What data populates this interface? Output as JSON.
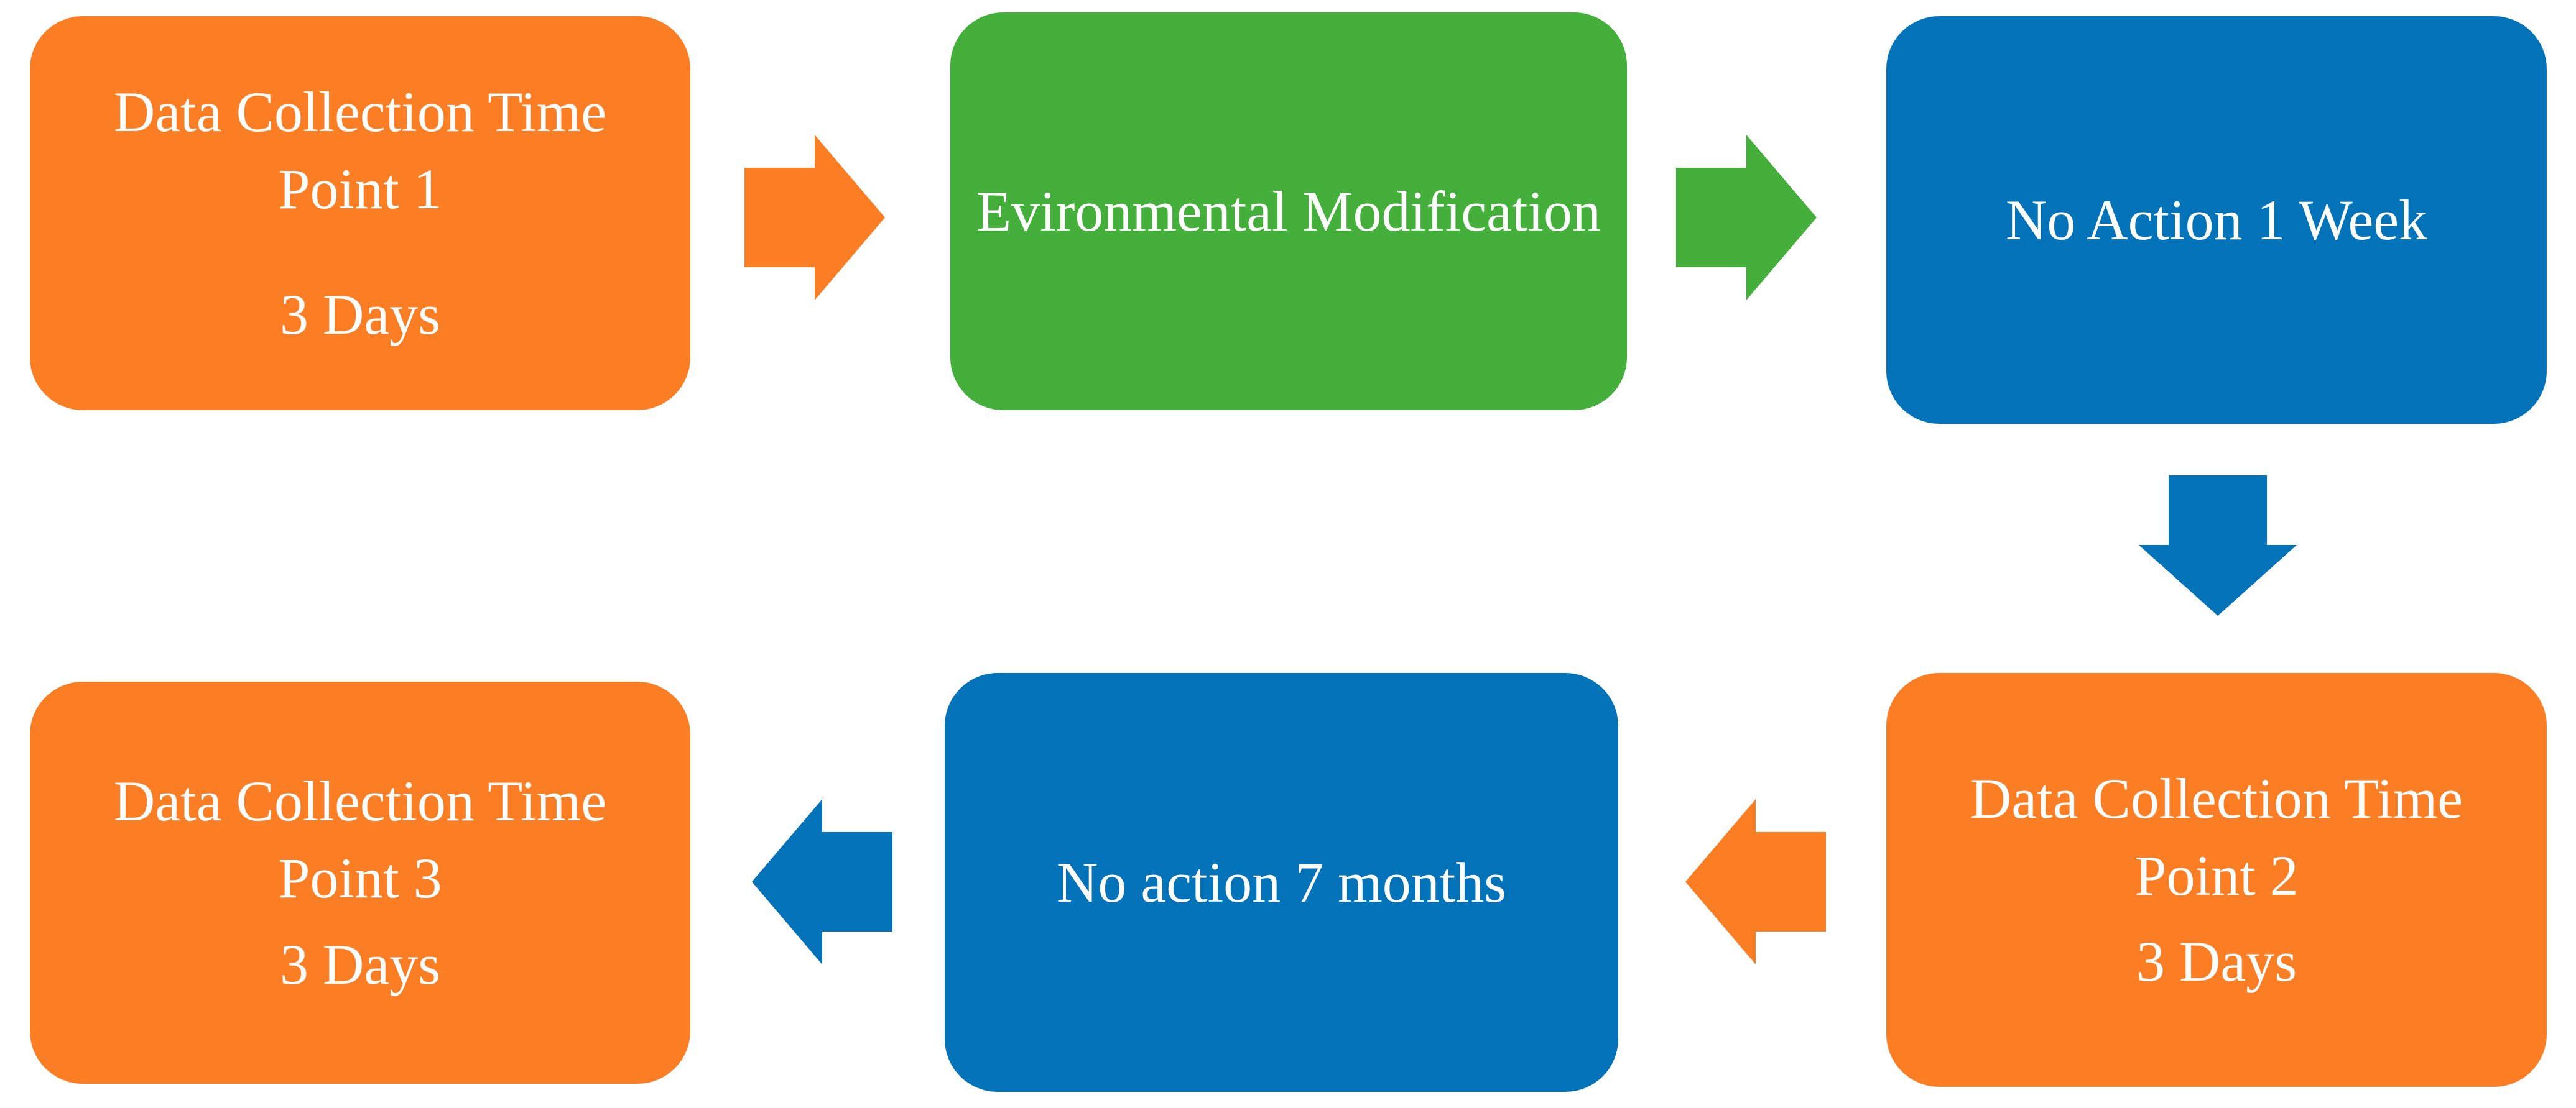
{
  "figure": {
    "type": "flowchart",
    "description": "Study timeline flowchart with six rounded rectangle steps connected by block arrows",
    "background": "#FFFFFF"
  },
  "colors": {
    "orange": "#FB7D24",
    "green": "#45AF3B",
    "blue": "#0273B8",
    "text": "#FFFFFF"
  },
  "boxes": [
    {
      "id": "data-collection-1",
      "color": "orange",
      "title": "Data Collection Time Point 1",
      "subtitle": "3 Days"
    },
    {
      "id": "environmental-modification",
      "color": "green",
      "title": "Evironmental Modification",
      "subtitle": ""
    },
    {
      "id": "no-action-1-week",
      "color": "blue",
      "title": "No Action 1 Week",
      "subtitle": ""
    },
    {
      "id": "data-collection-2",
      "color": "orange",
      "title": "Data Collection Time Point 2",
      "subtitle": "3 Days"
    },
    {
      "id": "no-action-7-months",
      "color": "blue",
      "title": "No action 7 months",
      "subtitle": ""
    },
    {
      "id": "data-collection-3",
      "color": "orange",
      "title": "Data Collection Time Point 3",
      "subtitle": "3 Days"
    }
  ],
  "arrows": [
    {
      "id": "arrow-1",
      "direction": "right",
      "color": "orange",
      "from": "data-collection-1",
      "to": "environmental-modification"
    },
    {
      "id": "arrow-2",
      "direction": "right",
      "color": "green",
      "from": "environmental-modification",
      "to": "no-action-1-week"
    },
    {
      "id": "arrow-3",
      "direction": "down",
      "color": "blue",
      "from": "no-action-1-week",
      "to": "data-collection-2"
    },
    {
      "id": "arrow-4",
      "direction": "left",
      "color": "orange",
      "from": "data-collection-2",
      "to": "no-action-7-months"
    },
    {
      "id": "arrow-5",
      "direction": "left",
      "color": "blue",
      "from": "no-action-7-months",
      "to": "data-collection-3"
    }
  ]
}
